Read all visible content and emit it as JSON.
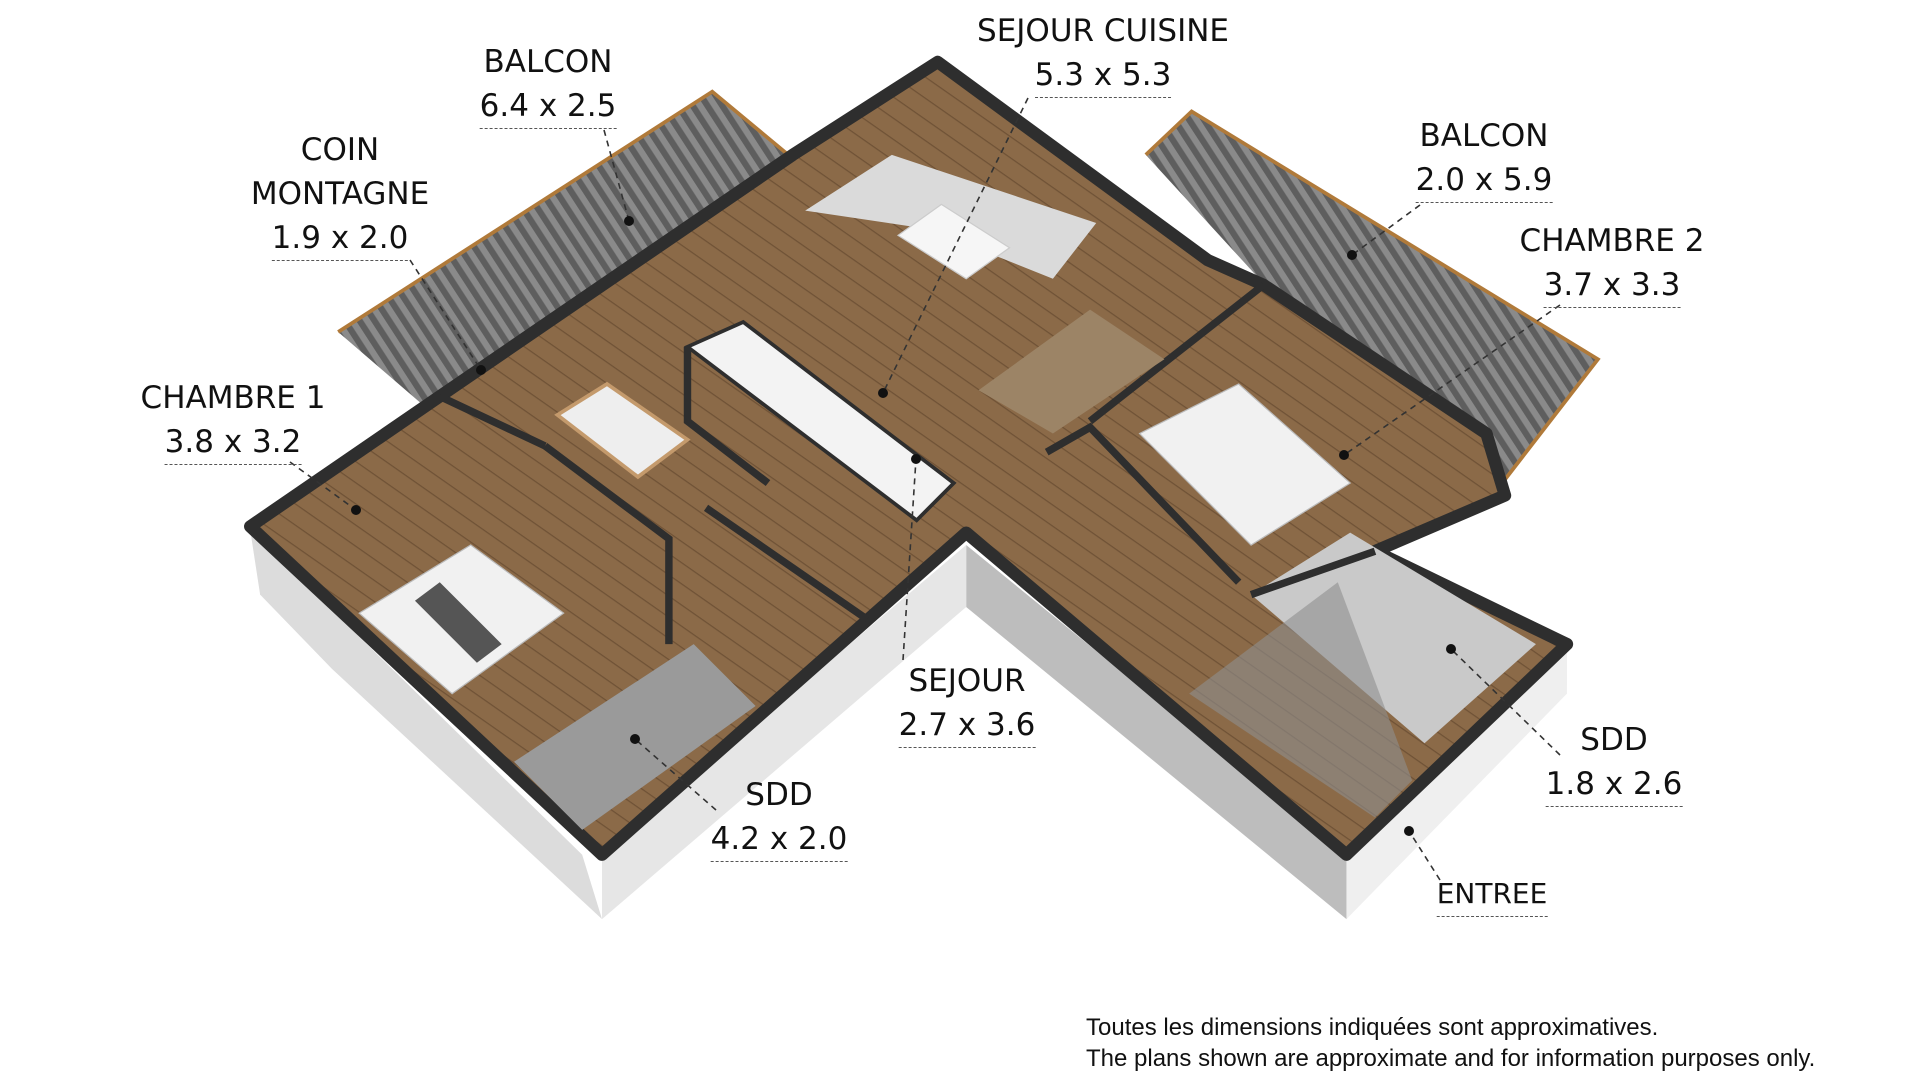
{
  "rooms": {
    "sejour_cuisine": {
      "name": "SEJOUR CUISINE",
      "dims": "5.3 x 5.3"
    },
    "balcon_1": {
      "name": "BALCON",
      "dims": "6.4 x 2.5"
    },
    "coin_montagne": {
      "name_line1": "COIN",
      "name_line2": "MONTAGNE",
      "dims": "1.9 x 2.0"
    },
    "chambre_1": {
      "name": "CHAMBRE 1",
      "dims": "3.8 x 3.2"
    },
    "balcon_2": {
      "name": "BALCON",
      "dims": "2.0 x 5.9"
    },
    "chambre_2": {
      "name": "CHAMBRE 2",
      "dims": "3.7 x 3.3"
    },
    "sejour": {
      "name": "SEJOUR",
      "dims": "2.7 x 3.6"
    },
    "sdd_1": {
      "name": "SDD",
      "dims": "4.2 x 2.0"
    },
    "sdd_2": {
      "name": "SDD",
      "dims": "1.8 x 2.6"
    },
    "entree": {
      "name": "ENTREE"
    }
  },
  "disclaimer": {
    "fr": "Toutes les dimensions indiquées sont approximatives.",
    "en": "The plans shown are approximate and for information purposes only."
  },
  "colors": {
    "floor_wood": "#8b6a48",
    "wall_top": "#2e2e2e",
    "wall_side": "#e2e2e2",
    "tile": "#9a9a9a",
    "balcony": "#6e6e6e",
    "railing": "#b07a3a"
  }
}
